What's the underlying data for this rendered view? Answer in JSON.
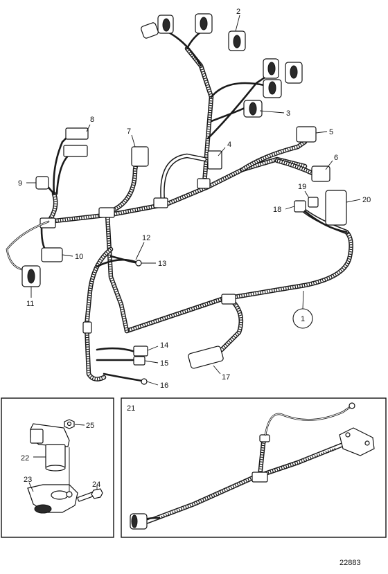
{
  "figure_id": "22883",
  "callouts": {
    "c1": "1",
    "c2": "2",
    "c3": "3",
    "c4": "4",
    "c5": "5",
    "c6": "6",
    "c7": "7",
    "c8": "8",
    "c9": "9",
    "c10": "10",
    "c11": "11",
    "c12": "12",
    "c13": "13",
    "c14": "14",
    "c15": "15",
    "c16": "16",
    "c17": "17",
    "c18": "18",
    "c19": "19",
    "c20": "20",
    "c21": "21",
    "c22": "22",
    "c23": "23",
    "c24": "24",
    "c25": "25"
  },
  "colors": {
    "line": "#1a1a1a",
    "background": "#ffffff"
  }
}
